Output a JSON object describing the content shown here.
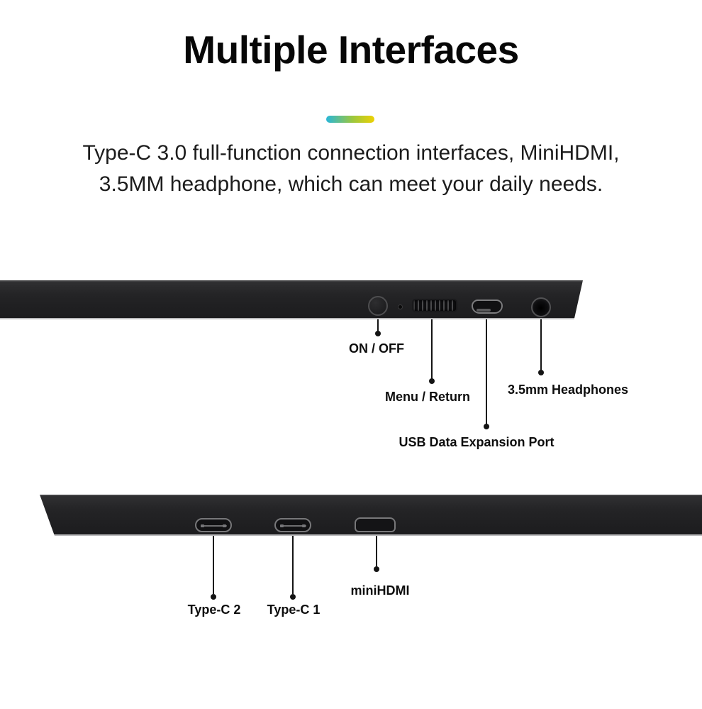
{
  "header": {
    "title": "Multiple Interfaces",
    "subtitle_line1": "Type-C 3.0 full-function connection interfaces, MiniHDMI,",
    "subtitle_line2": "3.5MM headphone, which can meet your daily needs."
  },
  "colors": {
    "accent_gradient_start": "#29B6D8",
    "accent_gradient_end": "#EDD103",
    "device_body": "#232325",
    "port_outline": "#78787A",
    "text": "#111111"
  },
  "top_edge_view": {
    "callouts": [
      {
        "id": "power",
        "label": "ON / OFF"
      },
      {
        "id": "menu",
        "label": "Menu / Return"
      },
      {
        "id": "usb",
        "label": "USB Data Expansion Port"
      },
      {
        "id": "headphone",
        "label": "3.5mm Headphones"
      }
    ]
  },
  "bottom_edge_view": {
    "callouts": [
      {
        "id": "typec2",
        "label": "Type-C 2"
      },
      {
        "id": "typec1",
        "label": "Type-C 1"
      },
      {
        "id": "minihdmi",
        "label": "miniHDMI"
      }
    ]
  }
}
